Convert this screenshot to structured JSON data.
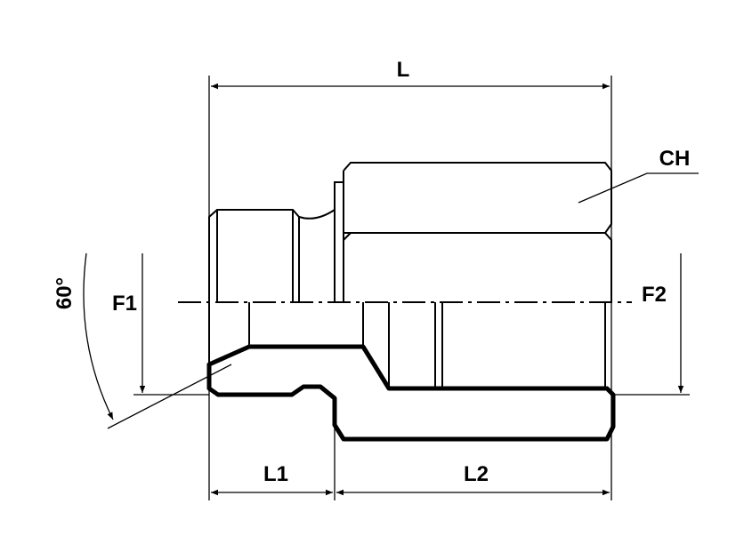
{
  "labels": {
    "L": "L",
    "CH": "CH",
    "F1": "F1",
    "F2": "F2",
    "L1": "L1",
    "L2": "L2",
    "angle": "60°"
  },
  "colors": {
    "ink": "#000000",
    "background": "#ffffff"
  }
}
